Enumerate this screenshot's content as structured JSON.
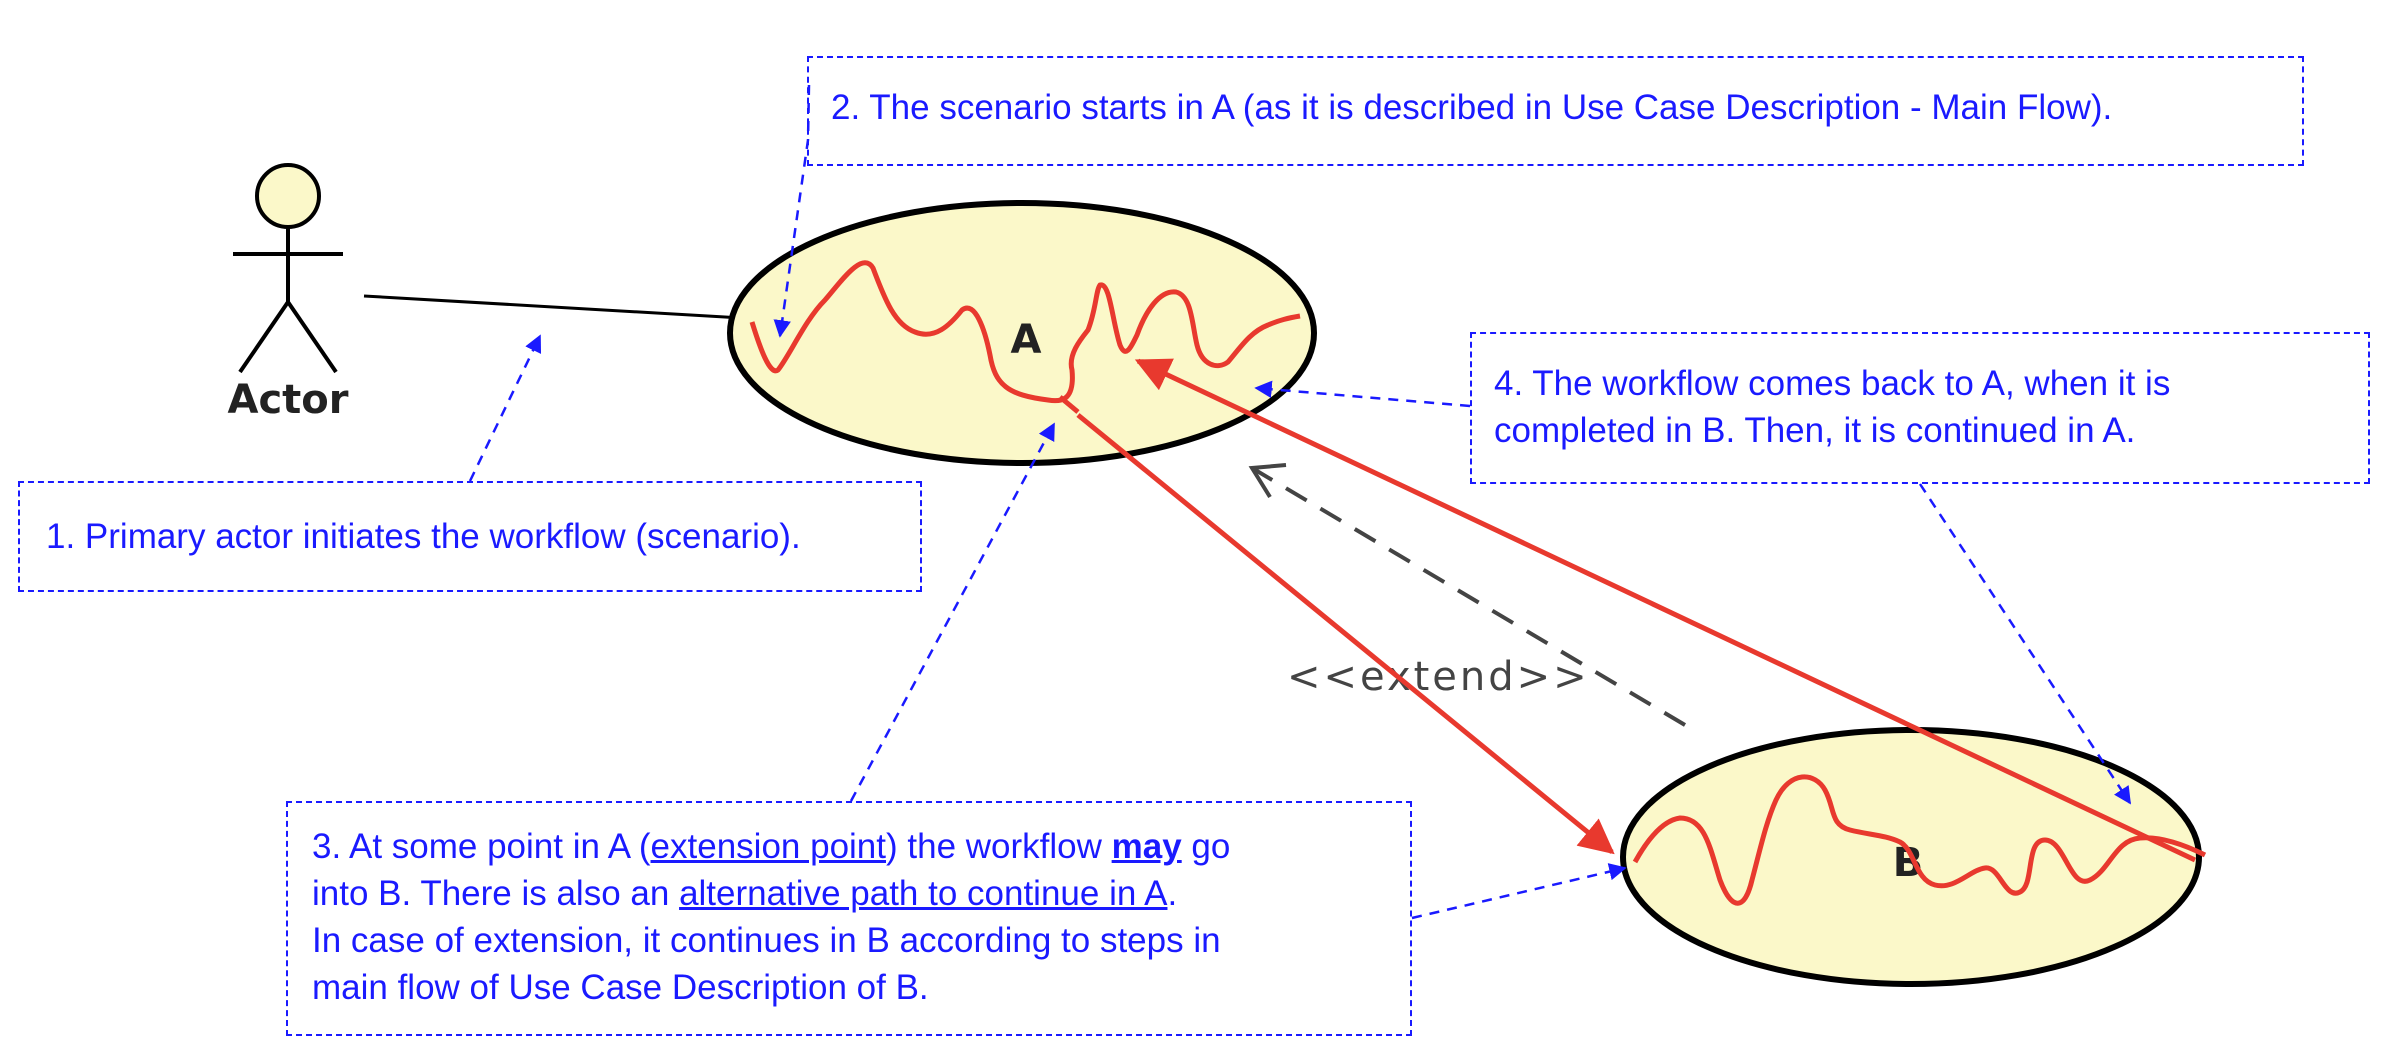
{
  "actor": {
    "label": "Actor"
  },
  "use_cases": [
    {
      "id": "A",
      "label": "A"
    },
    {
      "id": "B",
      "label": "B"
    }
  ],
  "relationship": {
    "stereotype": "<<extend>>"
  },
  "notes": {
    "n1": {
      "text": "1. Primary actor initiates the workflow (scenario)."
    },
    "n2": {
      "text": "2. The scenario starts in A (as it is described in Use Case Description - Main Flow)."
    },
    "n3": {
      "l1_a": "3. At some point in A (",
      "l1_u": "extension point",
      "l1_b": ") the workflow ",
      "l1_bold": "may",
      "l1_c": " go",
      "l2_a": "into B. There is also an ",
      "l2_u": "alternative path to continue in A",
      "l2_b": ".",
      "l3": "In case of extension, it continues in B according to steps in",
      "l4": "main flow of Use Case Description of B."
    },
    "n4": {
      "l1": "4. The workflow comes back to A, when it is",
      "l2": "completed in B. Then, it is continued in A."
    }
  },
  "colors": {
    "note_text": "#1a1aff",
    "note_border": "#1a1aff",
    "flow": "#e8392e",
    "use_case_fill": "#fbf8c9",
    "outline": "#000000",
    "extend_arrow": "#444444"
  }
}
